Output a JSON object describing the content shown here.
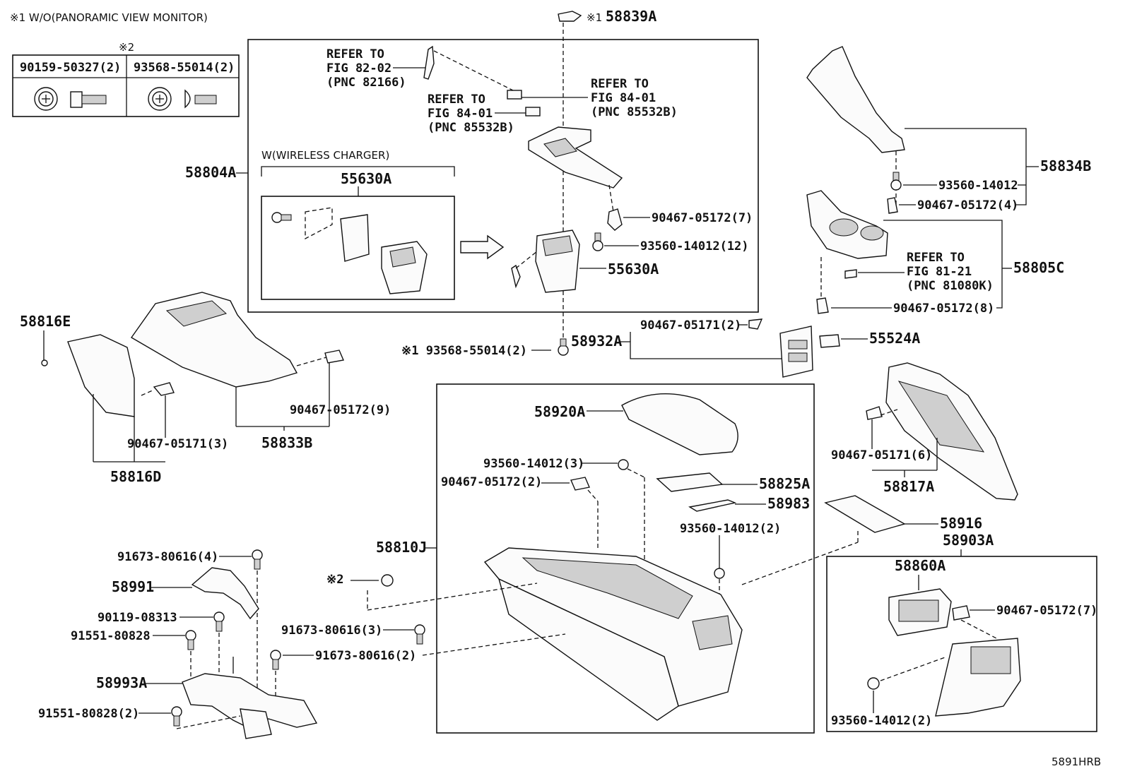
{
  "notes": {
    "note1": "※1 W/O(PANORAMIC VIEW MONITOR)",
    "note2_mark": "※2",
    "table_col1": "90159-50327(2)",
    "table_col2": "93568-55014(2)",
    "wireless": "W(WIRELESS CHARGER)",
    "ref_code": "5891HRB"
  },
  "refs": {
    "r1": [
      "REFER TO",
      "FIG 82-02",
      "(PNC 82166)"
    ],
    "r2": [
      "REFER TO",
      "FIG 84-01",
      "(PNC 85532B)"
    ],
    "r3": [
      "REFER TO",
      "FIG 84-01",
      "(PNC 85532B)"
    ],
    "r4": [
      "REFER TO",
      "FIG 81-21",
      "(PNC 81080K)"
    ]
  },
  "labels": {
    "p58839A": "58839A",
    "mark1a": "※1",
    "p58804A": "58804A",
    "p55630A_top": "55630A",
    "p55630A_side": "55630A",
    "p90467_05172_7a": "90467-05172(7)",
    "p93560_14012_12": "93560-14012(12)",
    "p58834B": "58834B",
    "p93560_14012_a": "93560-14012",
    "p90467_05172_4": "90467-05172(4)",
    "p58805C": "58805C",
    "p90467_05172_8": "90467-05172(8)",
    "p58816E": "58816E",
    "p93568_55014_2": "※1 93568-55014(2)",
    "p58932A": "58932A",
    "p90467_05171_2": "90467-05171(2)",
    "p55524A": "55524A",
    "p90467_05172_9": "90467-05172(9)",
    "p90467_05171_3": "90467-05171(3)",
    "p58833B": "58833B",
    "p58816D": "58816D",
    "p58920A": "58920A",
    "p93560_14012_3": "93560-14012(3)",
    "p90467_05172_2": "90467-05172(2)",
    "p58825A": "58825A",
    "p58983": "58983",
    "p93560_14012_2a": "93560-14012(2)",
    "p58916": "58916",
    "p58903A": "58903A",
    "p90467_05171_6": "90467-05171(6)",
    "p58817A": "58817A",
    "p58810J": "58810J",
    "mark2": "※2",
    "p91673_80616_4": "91673-80616(4)",
    "p58991": "58991",
    "p90119_08313": "90119-08313",
    "p91551_80828": "91551-80828",
    "p91673_80616_3": "91673-80616(3)",
    "p91673_80616_2": "91673-80616(2)",
    "p58993A": "58993A",
    "p91551_80828_2": "91551-80828(2)",
    "p58860A": "58860A",
    "p90467_05172_7b": "90467-05172(7)",
    "p93560_14012_2b": "93560-14012(2)"
  }
}
